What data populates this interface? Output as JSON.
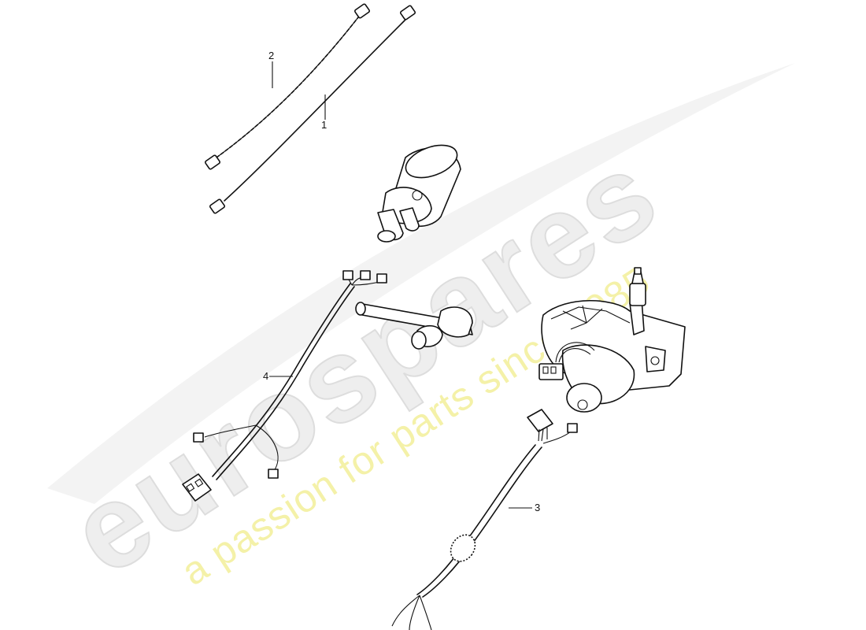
{
  "watermark": {
    "brand": "eurospares",
    "tagline": "a passion for parts since 1985"
  },
  "callouts": [
    {
      "id": "1",
      "label": "1"
    },
    {
      "id": "2",
      "label": "2"
    },
    {
      "id": "3",
      "label": "3"
    },
    {
      "id": "4",
      "label": "4"
    }
  ],
  "colors": {
    "line": "#111111",
    "watermark_grey": "#eeeeee",
    "watermark_yellow": "#f4f1a8"
  }
}
